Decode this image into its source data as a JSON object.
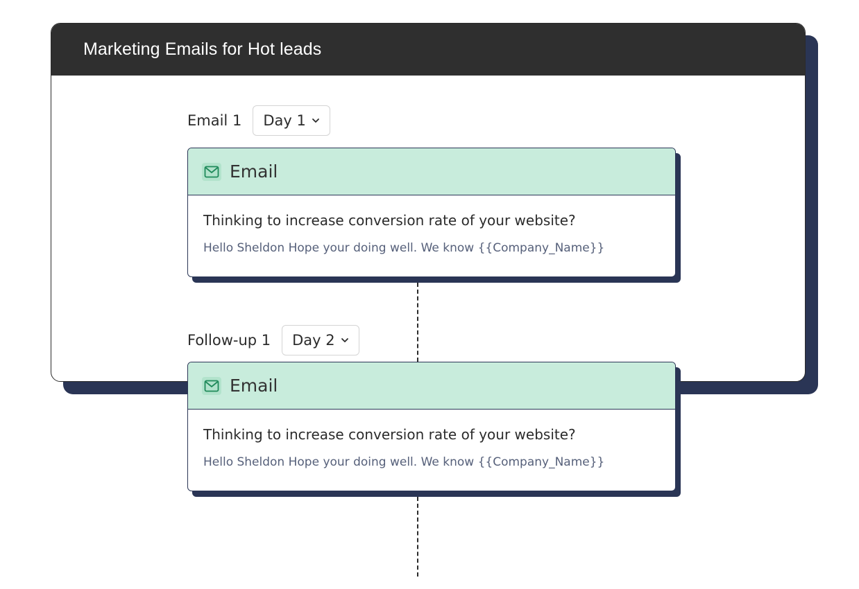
{
  "panel": {
    "title": "Marketing Emails for Hot leads"
  },
  "steps": [
    {
      "label": "Email 1",
      "day": "Day 1",
      "card": {
        "type": "Email",
        "icon": "mail-icon",
        "subject": "Thinking to increase conversion rate of your website?",
        "preview": "Hello Sheldon Hope your doing well. We know {{Company_Name}}"
      }
    },
    {
      "label": "Follow-up 1",
      "day": "Day 2",
      "card": {
        "type": "Email",
        "icon": "mail-icon",
        "subject": "Thinking to increase conversion rate of your website?",
        "preview": "Hello Sheldon Hope your doing well. We know {{Company_Name}}"
      }
    }
  ],
  "colors": {
    "header_bg": "#2f2f2f",
    "card_header_bg": "#c8ecdc",
    "shadow": "#2a3555",
    "icon_green": "#1f8a5a"
  }
}
